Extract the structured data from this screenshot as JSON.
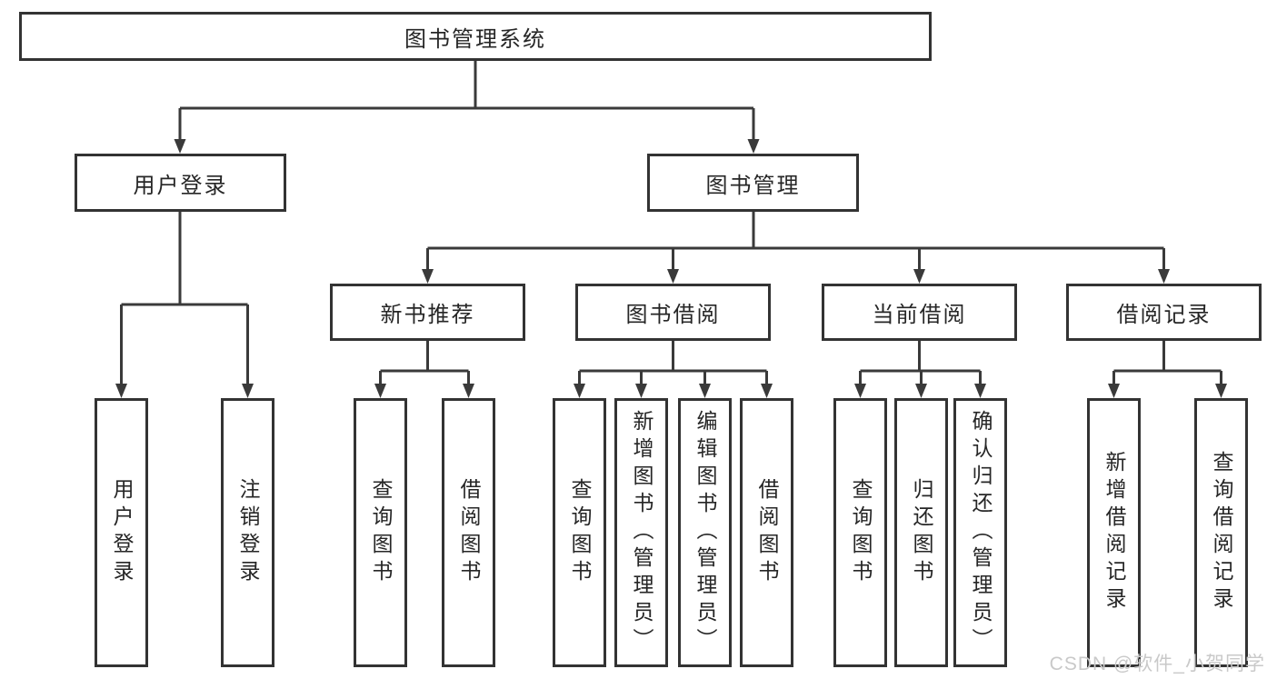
{
  "diagram": {
    "root": {
      "label": "图书管理系统",
      "children": [
        {
          "label": "用户登录",
          "children": [
            {
              "label": "用户登录"
            },
            {
              "label": "注销登录"
            }
          ]
        },
        {
          "label": "图书管理",
          "children": [
            {
              "label": "新书推荐",
              "children": [
                {
                  "label": "查询图书"
                },
                {
                  "label": "借阅图书"
                }
              ]
            },
            {
              "label": "图书借阅",
              "children": [
                {
                  "label": "查询图书"
                },
                {
                  "label": "新增图书（管理员）"
                },
                {
                  "label": "编辑图书（管理员）"
                },
                {
                  "label": "借阅图书"
                }
              ]
            },
            {
              "label": "当前借阅",
              "children": [
                {
                  "label": "查询图书"
                },
                {
                  "label": "归还图书"
                },
                {
                  "label": "确认归还（管理员）"
                }
              ]
            },
            {
              "label": "借阅记录",
              "children": [
                {
                  "label": "新增借阅记录"
                },
                {
                  "label": "查询借阅记录"
                }
              ]
            }
          ]
        }
      ]
    }
  },
  "watermark": {
    "text": "CSDN @软件_小贺同学"
  },
  "colors": {
    "line": "#3a3a3a",
    "box_border": "#333333",
    "text": "#262626",
    "watermark": "#c9c9c9",
    "background": "#ffffff"
  }
}
